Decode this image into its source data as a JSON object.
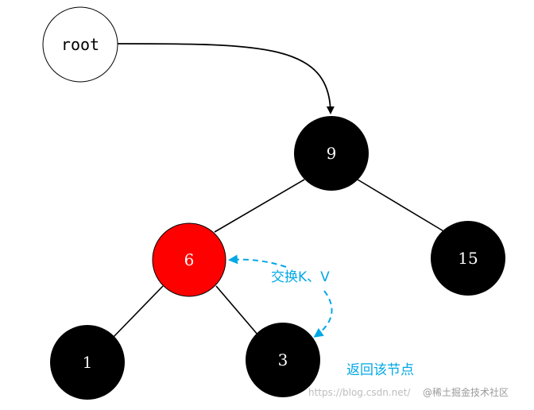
{
  "root_label": "root",
  "nodes": {
    "n9": "9",
    "n6": "6",
    "n15": "15",
    "n1": "1",
    "n3": "3"
  },
  "annotations": {
    "swap": "交换K、V",
    "return_node": "返回该节点"
  },
  "watermark": {
    "url": "https://blog.csdn.net/",
    "brand": "@稀土掘金技术社区"
  },
  "colors": {
    "black_node": "#000000",
    "red_node": "#ff0000",
    "annotation": "#00a8e6"
  }
}
